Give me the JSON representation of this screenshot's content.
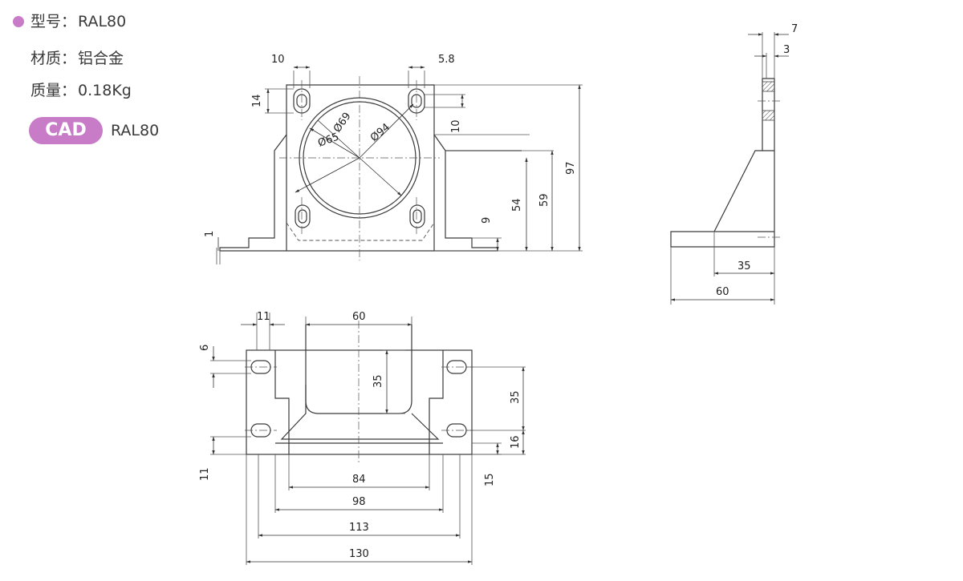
{
  "spec": {
    "model_label": "型号：",
    "model_value": "RAL80",
    "material_label": "材质：",
    "material_value": "铝合金",
    "weight_label": "质量：",
    "weight_value": "0.18Kg",
    "cad_badge": "CAD",
    "cad_value": "RAL80"
  },
  "colors": {
    "accent": "#c87cc8",
    "line": "#3a3a3a"
  },
  "dims": {
    "front": {
      "d1": "10",
      "d2": "5.8",
      "d3": "14",
      "d4": "10",
      "d5": "Ø69",
      "d6": "Ø65",
      "d7": "Ø94",
      "d8": "9",
      "d9": "54",
      "d10": "59",
      "d11": "97",
      "d12": "1"
    },
    "side": {
      "d1": "7",
      "d2": "3",
      "d3": "35",
      "d4": "60"
    },
    "top": {
      "d1": "11",
      "d2": "60",
      "d3": "6",
      "d4": "35",
      "d5": "35",
      "d6": "16",
      "d7": "11",
      "d8": "15",
      "d9": "84",
      "d10": "98",
      "d11": "113",
      "d12": "130"
    }
  }
}
